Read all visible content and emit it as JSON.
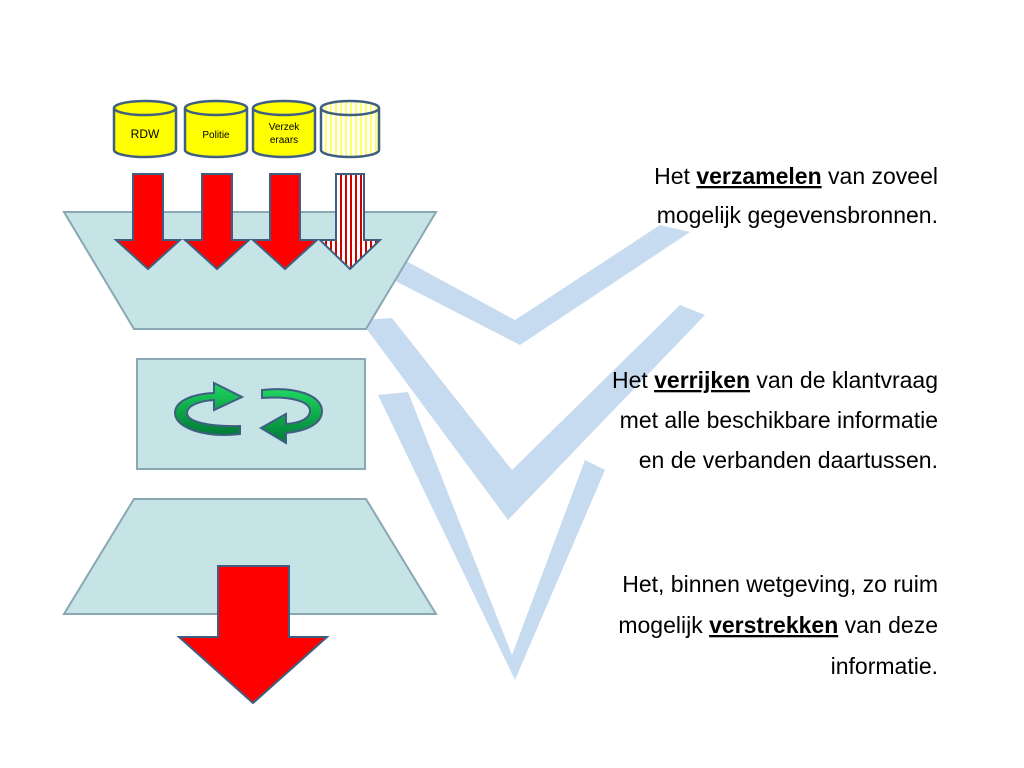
{
  "colors": {
    "funnel_fill": "#c6e3e6",
    "funnel_stroke": "#8aa7b4",
    "cylinder_fill": "#ffff00",
    "cylinder_stroke": "#3f5f80",
    "arrow_red": "#ff0000",
    "arrow_red_dark": "#c00000",
    "cycle_green": "#00b050",
    "watermark": "#c5daf0"
  },
  "sources": [
    {
      "label": "RDW"
    },
    {
      "label": "Politie"
    },
    {
      "label_lines": [
        "Verzek",
        "eraars"
      ]
    },
    {
      "label": "",
      "style": "striped"
    }
  ],
  "steps": {
    "collect": {
      "pre": "Het ",
      "keyword": "verzamelen",
      "post": " van zoveel",
      "line2": "mogelijk gegevensbronnen."
    },
    "enrich": {
      "pre": "Het ",
      "keyword": "verrijken",
      "post": " van de klantvraag",
      "line2": "met alle beschikbare informatie",
      "line3": "en de verbanden daartussen."
    },
    "provide": {
      "line1": "Het, binnen wetgeving, zo ruim",
      "pre": "mogelijk ",
      "keyword": "verstrekken",
      "post": " van deze",
      "line3": "informatie."
    }
  }
}
